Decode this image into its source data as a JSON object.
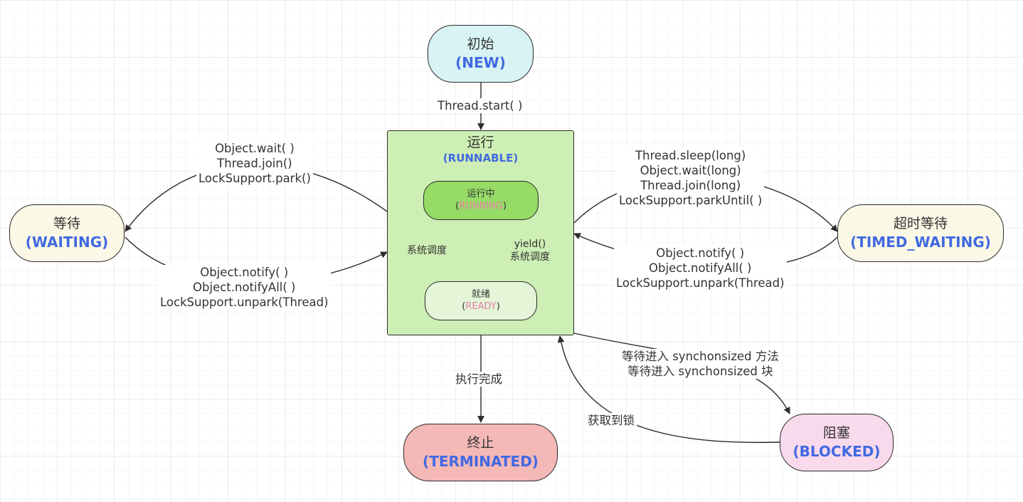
{
  "states": {
    "new": {
      "cn": "初始",
      "en": "(NEW)",
      "fill": "#d8f3f3"
    },
    "runnable": {
      "cn": "运行",
      "en": "(RUNNABLE)",
      "fill": "#cdeeb4"
    },
    "running": {
      "cn": "运行中",
      "open": "(",
      "en": "RUNNING",
      "close": ")",
      "fill": "#96db66"
    },
    "ready": {
      "cn": "就绪",
      "open": "(",
      "en": "READY",
      "close": ")",
      "fill": "#e4f5d8"
    },
    "waiting": {
      "cn": "等待",
      "en": "(WAITING)",
      "fill": "#fcf8e6"
    },
    "timed_waiting": {
      "cn": "超时等待",
      "en": "(TIMED_WAITING)",
      "fill": "#fcf8e6"
    },
    "terminated": {
      "cn": "终止",
      "en": "(TERMINATED)",
      "fill": "#f4b8b7"
    },
    "blocked": {
      "cn": "阻塞",
      "en": "(BLOCKED)",
      "fill": "#f9d9ec"
    }
  },
  "transitions": {
    "new_to_runnable": [
      "Thread.start( )"
    ],
    "runnable_to_waiting": [
      "Object.wait( )",
      "Thread.join()",
      "LockSupport.park()"
    ],
    "waiting_to_runnable": [
      "Object.notify( )",
      "Object.notifyAll( )",
      "LockSupport.unpark(Thread)"
    ],
    "runnable_to_timed_waiting": [
      "Thread.sleep(long)",
      "Object.wait(long)",
      "Thread.join(long)",
      "LockSupport.parkUntil( )"
    ],
    "timed_waiting_to_runnable": [
      "Object.notify( )",
      "Object.notifyAll( )",
      "LockSupport.unpark(Thread)"
    ],
    "running_to_ready": [
      "yield()",
      "系统调度"
    ],
    "ready_to_running": [
      "系统调度"
    ],
    "runnable_to_terminated": [
      "执行完成"
    ],
    "runnable_to_blocked": [
      "等待进入 synchonsized 方法",
      "等待进入 synchonsized 块"
    ],
    "blocked_to_runnable": [
      "获取到锁"
    ]
  },
  "colors": {
    "state_text": "#4169e1",
    "inner_state_text": "#e880a8",
    "stroke": "#2b2b2b"
  }
}
